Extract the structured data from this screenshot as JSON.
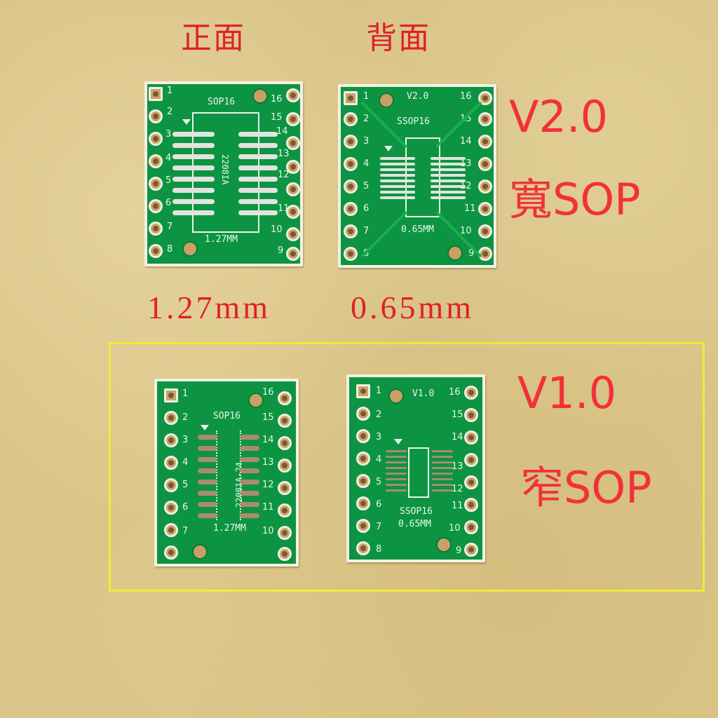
{
  "labels": {
    "front": "正面",
    "back": "背面",
    "pitch_left": "1.27mm",
    "pitch_right": "0.65mm",
    "v2_version": "V2.0",
    "v2_type": "寬SOP",
    "v1_version": "V1.0",
    "v1_type": "窄SOP"
  },
  "colors": {
    "label_red": "#e0202a",
    "highlight_box": "#f5e83a",
    "pcb_green": "#0d9442",
    "background": "#d9c487"
  },
  "boards": [
    {
      "id": "v2-front",
      "title": "SOP16",
      "code": "2208IA",
      "pitch": "1.27MM",
      "pins_left": [
        "1",
        "2",
        "3",
        "4",
        "5",
        "6",
        "7",
        "8"
      ],
      "pins_right": [
        "16",
        "15",
        "14",
        "13",
        "12",
        "11",
        "10",
        "9"
      ]
    },
    {
      "id": "v2-back",
      "version": "V2.0",
      "title": "SSOP16",
      "pitch": "0.65MM",
      "pins_left": [
        "1",
        "2",
        "3",
        "4",
        "5",
        "6",
        "7",
        "8"
      ],
      "pins_right": [
        "16",
        "15",
        "14",
        "13",
        "12",
        "11",
        "10",
        "9"
      ]
    },
    {
      "id": "v1-front",
      "title": "SOP16",
      "code": "22081A-24",
      "pitch": "1.27MM",
      "pins_left": [
        "1",
        "2",
        "3",
        "4",
        "5",
        "6",
        "7"
      ],
      "pins_right": [
        "16",
        "15",
        "14",
        "13",
        "12",
        "11",
        "10"
      ]
    },
    {
      "id": "v1-back",
      "version": "V1.0",
      "title": "SSOP16",
      "pitch": "0.65MM",
      "pins_left": [
        "1",
        "2",
        "3",
        "4",
        "5",
        "6",
        "7",
        "8"
      ],
      "pins_right": [
        "16",
        "15",
        "14",
        "13",
        "12",
        "11",
        "10",
        "9"
      ]
    }
  ]
}
